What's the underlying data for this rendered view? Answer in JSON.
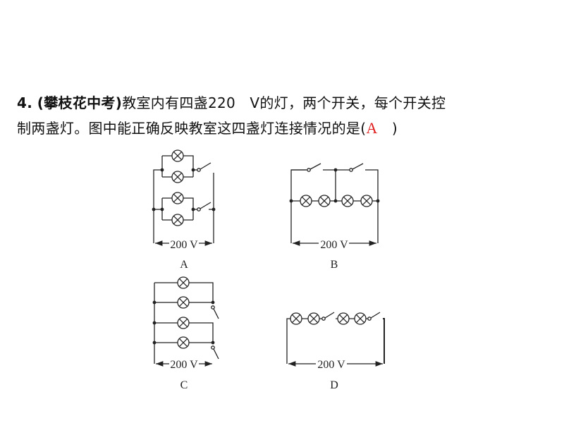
{
  "question": {
    "number": "4.",
    "source": "(攀枝花中考)",
    "line1_text": "教室内有四盏220　V的灯，两个开关，每个开关控",
    "line2_text": "制两盏灯。图中能正确反映教室这四盏灯连接情况的是(",
    "answer": "A",
    "closing": "　)"
  },
  "diagrams": [
    {
      "label": "A",
      "voltage": "200 V",
      "description": "Two parallel pairs of lamps, each pair in series with its own switch"
    },
    {
      "label": "B",
      "voltage": "200 V",
      "description": "Four lamps in series with switches bridging pairs"
    },
    {
      "label": "C",
      "voltage": "200 V",
      "description": "Four lamps in parallel branches with two switches"
    },
    {
      "label": "D",
      "voltage": "200 V",
      "description": "Four lamps and two switches all in series"
    }
  ],
  "colors": {
    "answer": "#e01e1e",
    "text": "#111111"
  }
}
